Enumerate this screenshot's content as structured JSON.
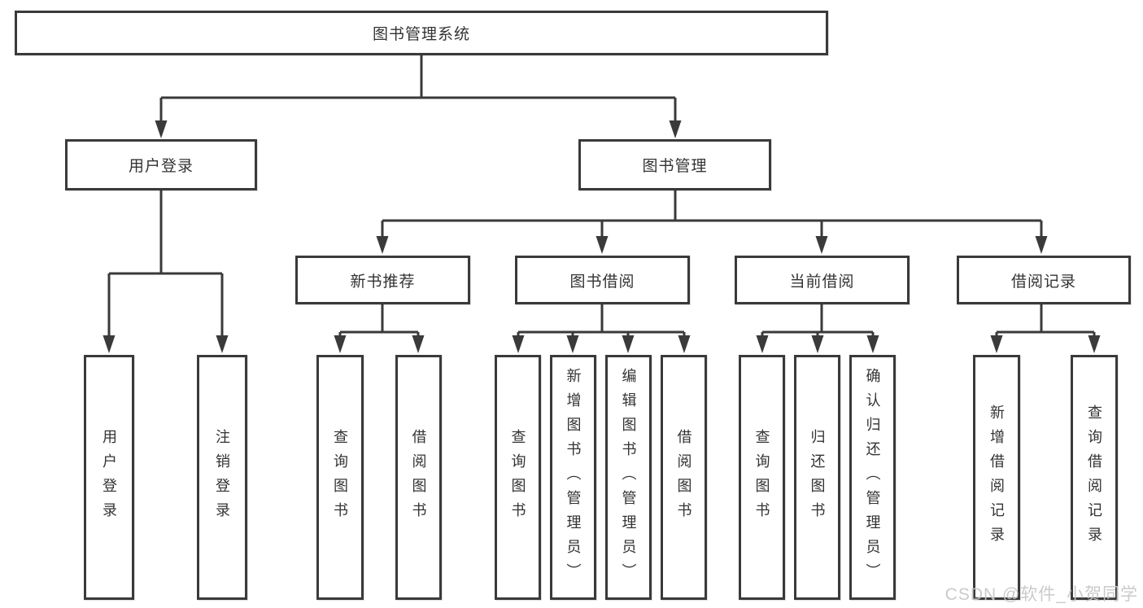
{
  "nodes": {
    "root": "图书管理系统",
    "user_login": "用户登录",
    "book_mgmt": "图书管理",
    "new_book": "新书推荐",
    "book_borrow": "图书借阅",
    "cur_borrow": "当前借阅",
    "borrow_rec": "借阅记录",
    "leaf_login": "用户登录",
    "leaf_logout": "注销登录",
    "leaf_nb_query": "查询图书",
    "leaf_nb_borrow": "借阅图书",
    "leaf_bb_query": "查询图书",
    "leaf_bb_add": "新增图书（管理员）",
    "leaf_bb_edit": "编辑图书（管理员）",
    "leaf_bb_borrow": "借阅图书",
    "leaf_cb_query": "查询图书",
    "leaf_cb_return": "归还图书",
    "leaf_cb_confirm": "确认归还（管理员）",
    "leaf_br_add": "新增借阅记录",
    "leaf_br_query": "查询借阅记录"
  },
  "watermark": "CSDN @软件_小贺同学",
  "colors": {
    "line": "#3a3a3a",
    "text": "#333333",
    "box_background": "#ffffff",
    "watermark": "#c6c6c6"
  }
}
